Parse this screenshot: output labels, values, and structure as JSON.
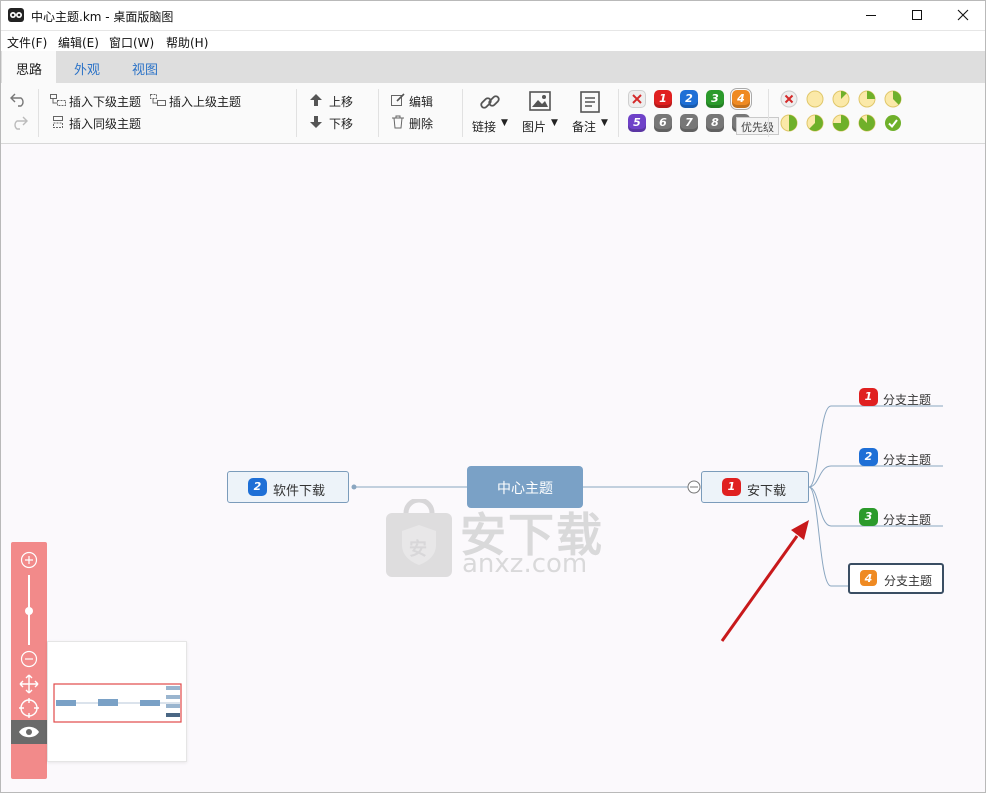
{
  "window": {
    "title": "中心主题.km - 桌面版脑图"
  },
  "menu": [
    "文件(F)",
    "编辑(E)",
    "窗口(W)",
    "帮助(H)"
  ],
  "tabs": [
    "思路",
    "外观",
    "视图"
  ],
  "toolbar": {
    "insert_child": "插入下级主题",
    "insert_parent": "插入上级主题",
    "insert_sibling": "插入同级主题",
    "move_up": "上移",
    "move_down": "下移",
    "edit": "编辑",
    "delete": "删除",
    "link": "链接",
    "image": "图片",
    "note": "备注",
    "priority_tooltip": "优先级",
    "priority_levels": [
      "1",
      "2",
      "3",
      "4",
      "5",
      "6",
      "7",
      "8",
      "9"
    ]
  },
  "colors": {
    "priority": [
      "#e02020",
      "#1e6fd6",
      "#2b9a2b",
      "#ef8a22",
      "#6f42c8",
      "#777777",
      "#777777",
      "#777777",
      "#777777"
    ],
    "accent_center": "#7aa1c6",
    "arrow": "#c8191b"
  },
  "mindmap": {
    "center": "中心主题",
    "left_node": {
      "priority": "2",
      "label": "软件下载"
    },
    "right_node": {
      "priority": "1",
      "label": "安下载"
    },
    "branches": [
      {
        "priority": "1",
        "label": "分支主题"
      },
      {
        "priority": "2",
        "label": "分支主题"
      },
      {
        "priority": "3",
        "label": "分支主题"
      },
      {
        "priority": "4",
        "label": "分支主题"
      }
    ]
  },
  "watermark": {
    "cn": "安下载",
    "en": "anxz.com",
    "logo_char": "安"
  }
}
